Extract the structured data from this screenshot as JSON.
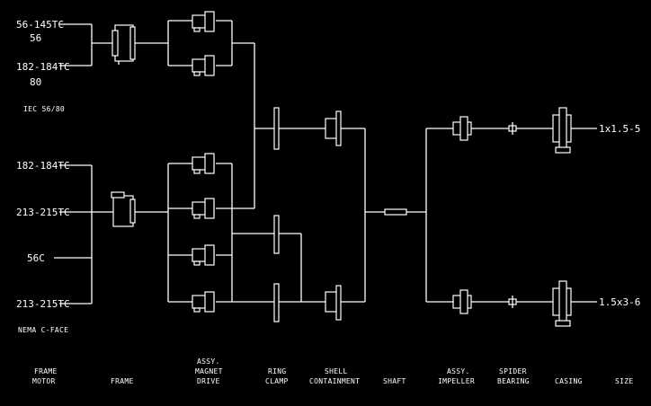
{
  "motor_frames": {
    "frame_a": "56-145TC",
    "frame_a_sub": "56",
    "frame_b": "182-184TC",
    "frame_b_sub": "80",
    "iec_label": "IEC 56/80",
    "frame_c": "182-184TC",
    "frame_d": "213-215TC",
    "frame_e": "56C",
    "frame_f": "213-215TC",
    "nema_label": "NEMA C-FACE"
  },
  "sizes": {
    "top": "1x1.5-5",
    "bottom": "1.5x3-6"
  },
  "column_headers": [
    {
      "line1": "FRAME",
      "line2": "MOTOR"
    },
    {
      "line1": "",
      "line2": "FRAME"
    },
    {
      "line1": "ASSY.",
      "line1b": "MAGNET",
      "line2": "DRIVE"
    },
    {
      "line1": "RING",
      "line2": "CLAMP"
    },
    {
      "line1": "SHELL",
      "line2": "CONTAINMENT"
    },
    {
      "line1": "",
      "line2": "SHAFT"
    },
    {
      "line1": "ASSY.",
      "line2": "IMPELLER"
    },
    {
      "line1": "SPIDER",
      "line2": "BEARING"
    },
    {
      "line1": "",
      "line2": "CASING"
    },
    {
      "line1": "",
      "line2": "SIZE"
    }
  ]
}
